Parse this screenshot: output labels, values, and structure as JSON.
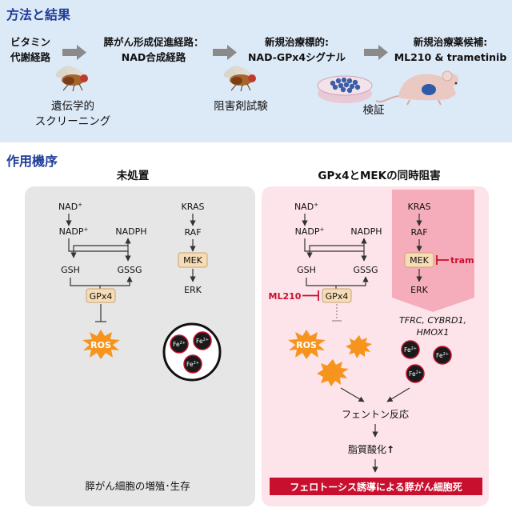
{
  "top": {
    "heading": "方法と結果",
    "steps": [
      {
        "line1": "ビタミン",
        "line2": "代謝経路"
      },
      {
        "line1": "膵がん形成促進経路：",
        "line2": "NAD合成経路"
      },
      {
        "line1": "新規治療標的:",
        "line2": "NAD-GPx4シグナル"
      },
      {
        "line1": "新規治療薬候補:",
        "line2": "ML210 & trametinib"
      }
    ],
    "caption_genetic_1": "遺伝学的",
    "caption_genetic_2": "スクリーニング",
    "caption_inhibitor": "阻害剤試験",
    "caption_verify": "検証"
  },
  "mechanism": {
    "heading": "作用機序",
    "left_title": "未処置",
    "right_title": "GPx4とMEKの同時阻害",
    "labels": {
      "nad": "NAD",
      "nad_sup": "+",
      "nadp": "NADP",
      "nadp_sup": "+",
      "nadph": "NADPH",
      "gsh": "GSH",
      "gssg": "GSSG",
      "gpx4": "GPx4",
      "ros": "ROS",
      "kras": "KRAS",
      "raf": "RAF",
      "mek": "MEK",
      "erk": "ERK",
      "fe": "Fe",
      "fe_sup": "2+",
      "ml210": "ML210",
      "tram": "tram",
      "genes_1": "TFRC, CYBRD1,",
      "genes_2": "HMOX1",
      "fenton": "フェントン反応",
      "lipid": "脂質酸化",
      "lipid_up": "↑"
    },
    "left_outcome": "膵がん細胞の増殖･生存",
    "right_outcome": "フェロトーシス誘導による膵がん細胞死"
  },
  "colors": {
    "top_bg": "#dce9f7",
    "heading": "#1f3d99",
    "left_panel": "#e6e6e6",
    "right_panel": "#fde4ea",
    "node_fill": "#f6dcb7",
    "inhibitor": "#c8102e",
    "ros": "#f7941d",
    "outcome_bar": "#c8102e"
  }
}
